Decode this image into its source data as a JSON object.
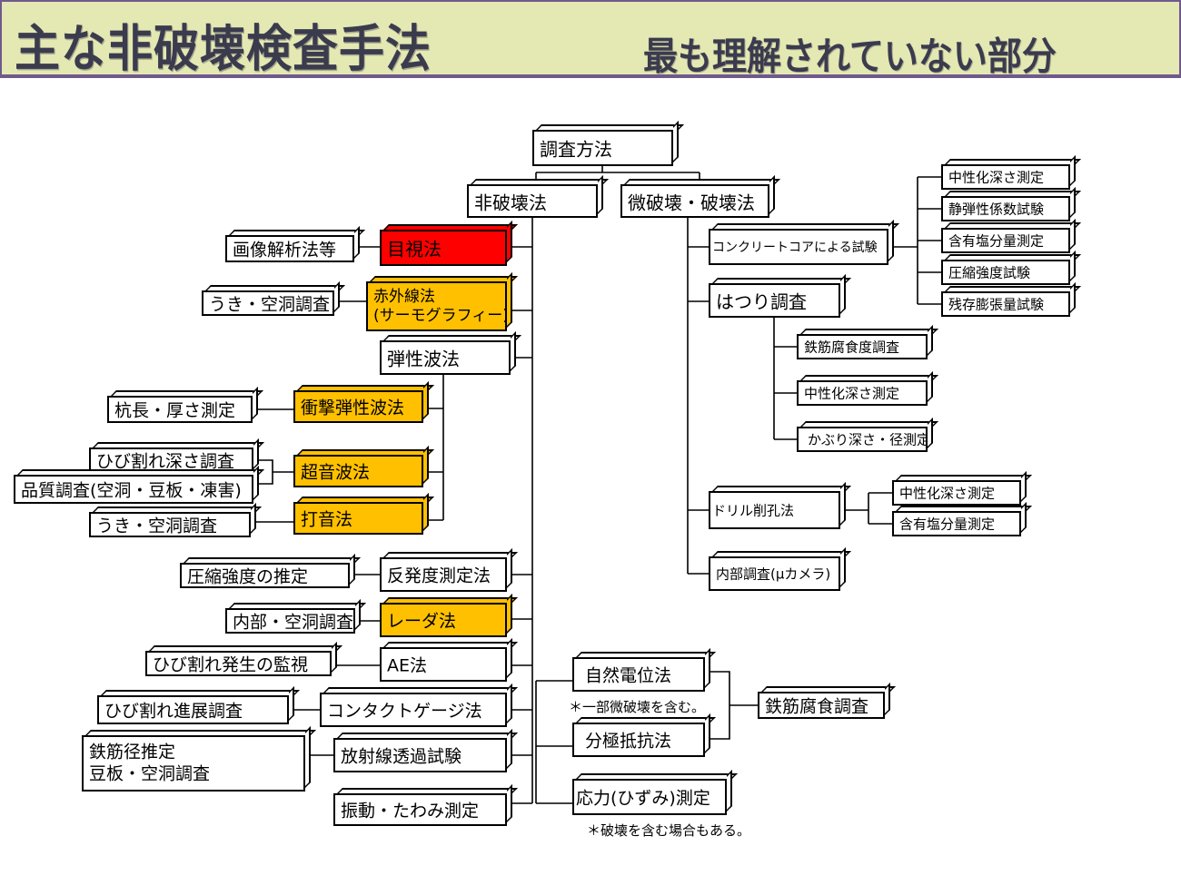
{
  "header": {
    "title": "主な非破壊検査手法",
    "subtitle": "最も理解されていない部分",
    "background_color": "#e4e8b2",
    "border_color": "#6f5a8c"
  },
  "colors": {
    "highlight_red": "#ff0000",
    "highlight_orange": "#ffc000",
    "default_box": "#ffffff"
  },
  "tree": {
    "root": "調査方法",
    "non_destructive": {
      "label": "非破壊法",
      "methods": [
        {
          "label": "目視法",
          "color": "red",
          "purposes": [
            "画像解析法等"
          ]
        },
        {
          "label": "赤外線法\n(サーモグラフィー)",
          "color": "orange",
          "purposes": [
            "うき・空洞調査"
          ]
        },
        {
          "label": "弾性波法",
          "color": "white",
          "children": [
            {
              "label": "衝撃弾性波法",
              "color": "orange",
              "purposes": [
                "杭長・厚さ測定"
              ]
            },
            {
              "label": "超音波法",
              "color": "orange",
              "purposes": [
                "ひび割れ深さ調査",
                "品質調査(空洞・豆板・凍害)"
              ]
            },
            {
              "label": "打音法",
              "color": "orange",
              "purposes": [
                "うき・空洞調査"
              ]
            }
          ]
        },
        {
          "label": "反発度測定法",
          "color": "white",
          "purposes": [
            "圧縮強度の推定"
          ]
        },
        {
          "label": "レーダ法",
          "color": "orange",
          "purposes": [
            "内部・空洞調査"
          ]
        },
        {
          "label": "AE法",
          "color": "white",
          "purposes": [
            "ひび割れ発生の監視"
          ]
        },
        {
          "label": "コンタクトゲージ法",
          "color": "white",
          "purposes": [
            "ひび割れ進展調査"
          ]
        },
        {
          "label": "放射線透過試験",
          "color": "white",
          "purposes": [
            "鉄筋径推定\n豆板・空洞調査"
          ]
        },
        {
          "label": "振動・たわみ測定",
          "color": "white"
        }
      ],
      "right_methods": [
        {
          "label": "自然電位法",
          "purpose": "鉄筋腐食調査"
        },
        {
          "label": "分極抵抗法",
          "purpose": "鉄筋腐食調査"
        },
        {
          "label": "応力(ひずみ)測定"
        }
      ],
      "notes": {
        "partial_destructive": "＊一部微破壊を含む。",
        "may_include_destructive": "＊破壊を含む場合もある。"
      },
      "corrosion_survey": "鉄筋腐食調査"
    },
    "destructive": {
      "label": "微破壊・破壊法",
      "methods": [
        {
          "label": "コンクリートコアによる試験",
          "children": [
            "中性化深さ測定",
            "静弾性係数試験",
            "含有塩分量測定",
            "圧縮強度試験",
            "残存膨張量試験"
          ]
        },
        {
          "label": "はつり調査",
          "children": [
            "鉄筋腐食度調査",
            "中性化深さ測定",
            "かぶり深さ・径測定"
          ]
        },
        {
          "label": "ドリル削孔法",
          "children": [
            "中性化深さ測定",
            "含有塩分量測定"
          ]
        },
        {
          "label": "内部調査(μカメラ)"
        }
      ]
    }
  }
}
